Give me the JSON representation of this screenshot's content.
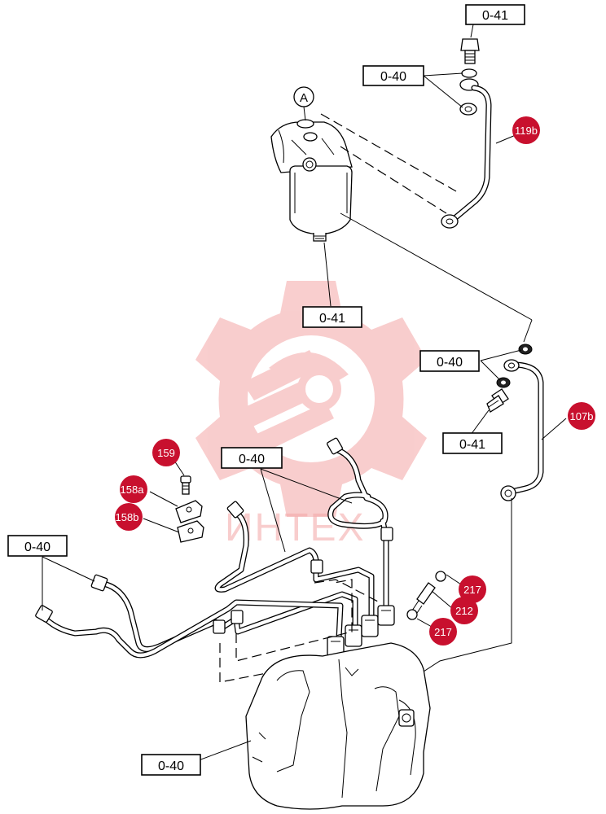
{
  "labels": {
    "ref_top": "0-41",
    "ref_washers_top": "0-40",
    "ref_filter": "0-41",
    "ref_washers_right": "0-40",
    "ref_plug_right": "0-41",
    "ref_lines_center": "0-40",
    "ref_lines_left": "0-40",
    "ref_pump": "0-40",
    "view_marker": "A"
  },
  "callouts": {
    "c119b": "119b",
    "c107b": "107b",
    "c159": "159",
    "c158a": "158a",
    "c158b": "158b",
    "c217_top": "217",
    "c212": "212",
    "c217_bottom": "217"
  },
  "watermark": {
    "text": "ИНТЕХ",
    "color": "#f4a6a6"
  },
  "colors": {
    "callout": "#c8102e",
    "line": "#000000"
  }
}
